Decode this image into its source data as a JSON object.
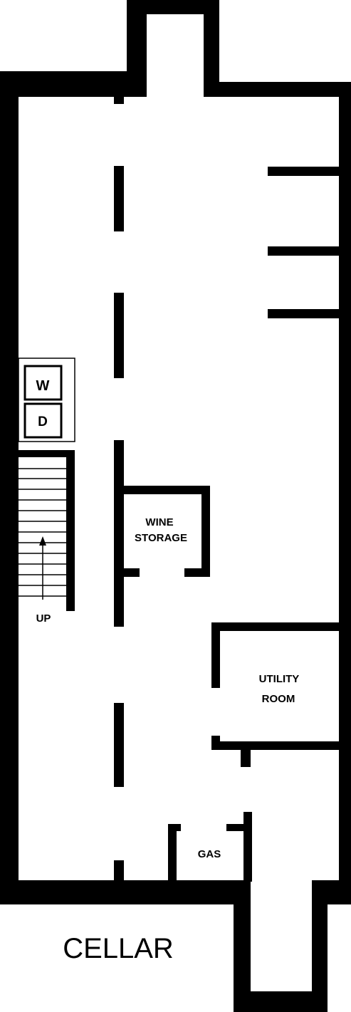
{
  "plan": {
    "title": "CELLAR",
    "rooms": {
      "wine_storage": [
        "WINE",
        "STORAGE"
      ],
      "utility_room": [
        "UTILITY",
        "ROOM"
      ],
      "gas": "GAS"
    },
    "appliances": {
      "washer": "W",
      "dryer": "D"
    },
    "stairs": {
      "label": "UP"
    }
  }
}
